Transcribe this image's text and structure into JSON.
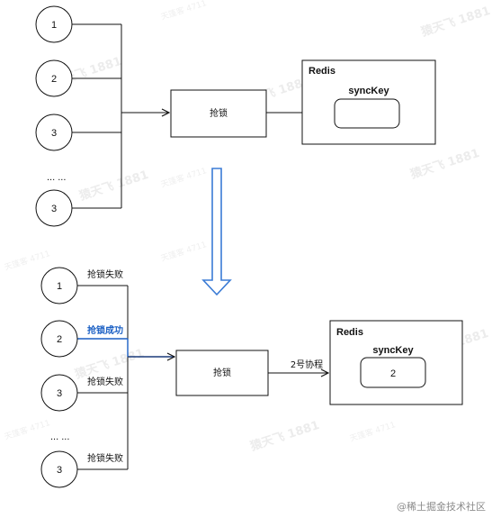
{
  "top": {
    "nodes": [
      "1",
      "2",
      "3",
      "3"
    ],
    "ellipsis": "... ...",
    "lock_label": "抢锁",
    "redis_title": "Redis",
    "key_label": "syncKey"
  },
  "bottom": {
    "nodes": [
      "1",
      "2",
      "3",
      "3"
    ],
    "ellipsis": "... ...",
    "status_fail_1": "抢锁失败",
    "status_success": "抢锁成功",
    "status_fail_2": "抢锁失败",
    "status_fail_3": "抢锁失败",
    "lock_label": "抢锁",
    "edge_label": "2号协程",
    "redis_title": "Redis",
    "key_label": "syncKey",
    "key_value": "2"
  },
  "watermark": {
    "text": "猿天飞 1881",
    "small": "天篷客 4711"
  },
  "brand": "@稀土掘金技术社区",
  "colors": {
    "line": "#111111",
    "highlight": "#1a5fc4",
    "arrow": "#3a7bd5"
  }
}
